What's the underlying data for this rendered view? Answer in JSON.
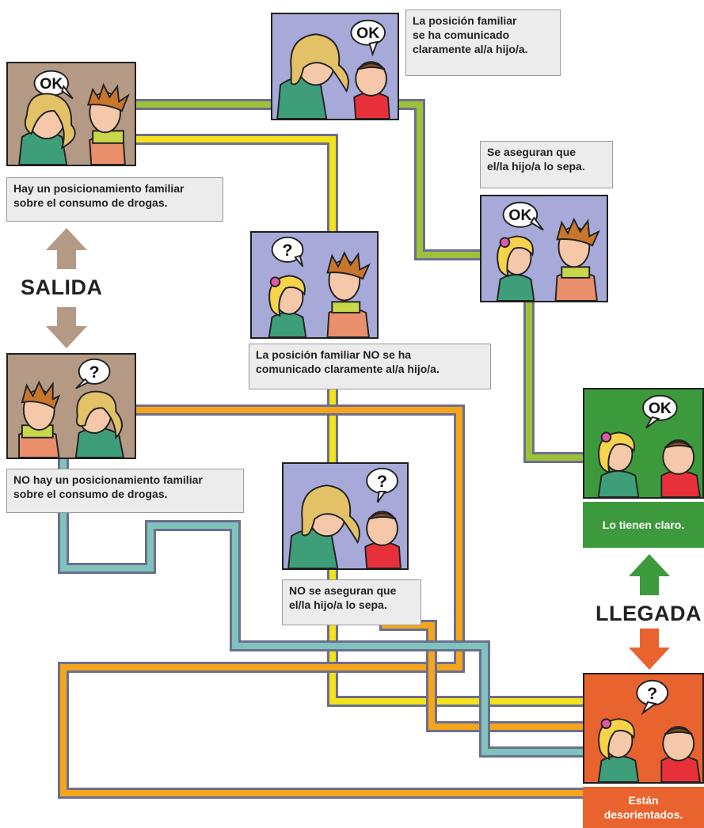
{
  "colors": {
    "green_path": "#9dc23a",
    "yellow_path": "#f4e21b",
    "orange_path": "#f4a51c",
    "teal_path": "#7fc3bd",
    "path_border": "#6d6f8e",
    "panel_brown": "#b49a84",
    "panel_blue": "#a7aad8",
    "panel_green": "#3c9a3c",
    "panel_red": "#e9632e"
  },
  "labels": {
    "salida": "SALIDA",
    "llegada": "LLEGADA"
  },
  "captions": {
    "hay_posicionamiento": "Hay un posicionamiento familiar\nsobre el consumo de drogas.",
    "no_hay_posicionamiento": "NO hay un posicionamiento familiar\nsobre el consumo de drogas.",
    "comunicado": "La posición familiar\nse ha comunicado\nclaramente al/a hijo/a.",
    "no_comunicado": "La posición familiar NO se ha\ncomunicado claramente al/a hijo/a.",
    "se_aseguran": "Se aseguran que\nel/la hijo/a lo sepa.",
    "no_se_aseguran": "NO se aseguran que\nel/la hijo/a lo sepa.",
    "lo_tienen_claro": "Lo tienen claro.",
    "desorientados": "Están\ndesorientados."
  },
  "bubbles": {
    "ok": "OK",
    "question": "?"
  }
}
